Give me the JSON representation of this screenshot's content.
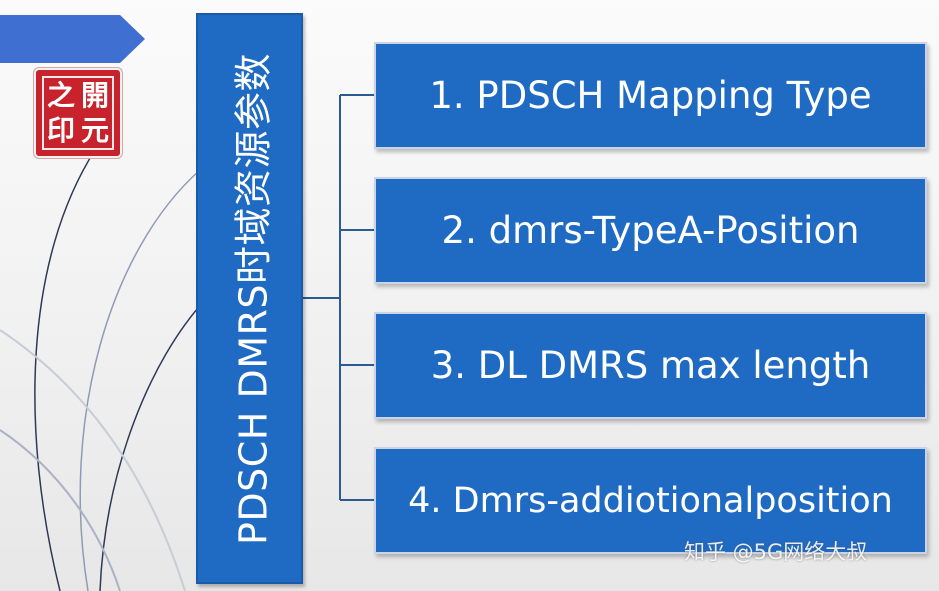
{
  "title": "PDSCH DMRS时域资源参数",
  "logo_text": [
    "之",
    "開",
    "印",
    "元"
  ],
  "items": [
    {
      "label": "1. PDSCH Mapping Type"
    },
    {
      "label": "2. dmrs-TypeA-Position"
    },
    {
      "label": "3. DL DMRS max length"
    },
    {
      "label": "4. Dmrs-addiotionalposition"
    }
  ],
  "watermark": "知乎 @5G网络大叔",
  "colors": {
    "box_fill": "#1f6bc4",
    "connector": "#2c5a93",
    "arrow_fill": "#3f6fd0",
    "logo_red": "#c8232c"
  }
}
